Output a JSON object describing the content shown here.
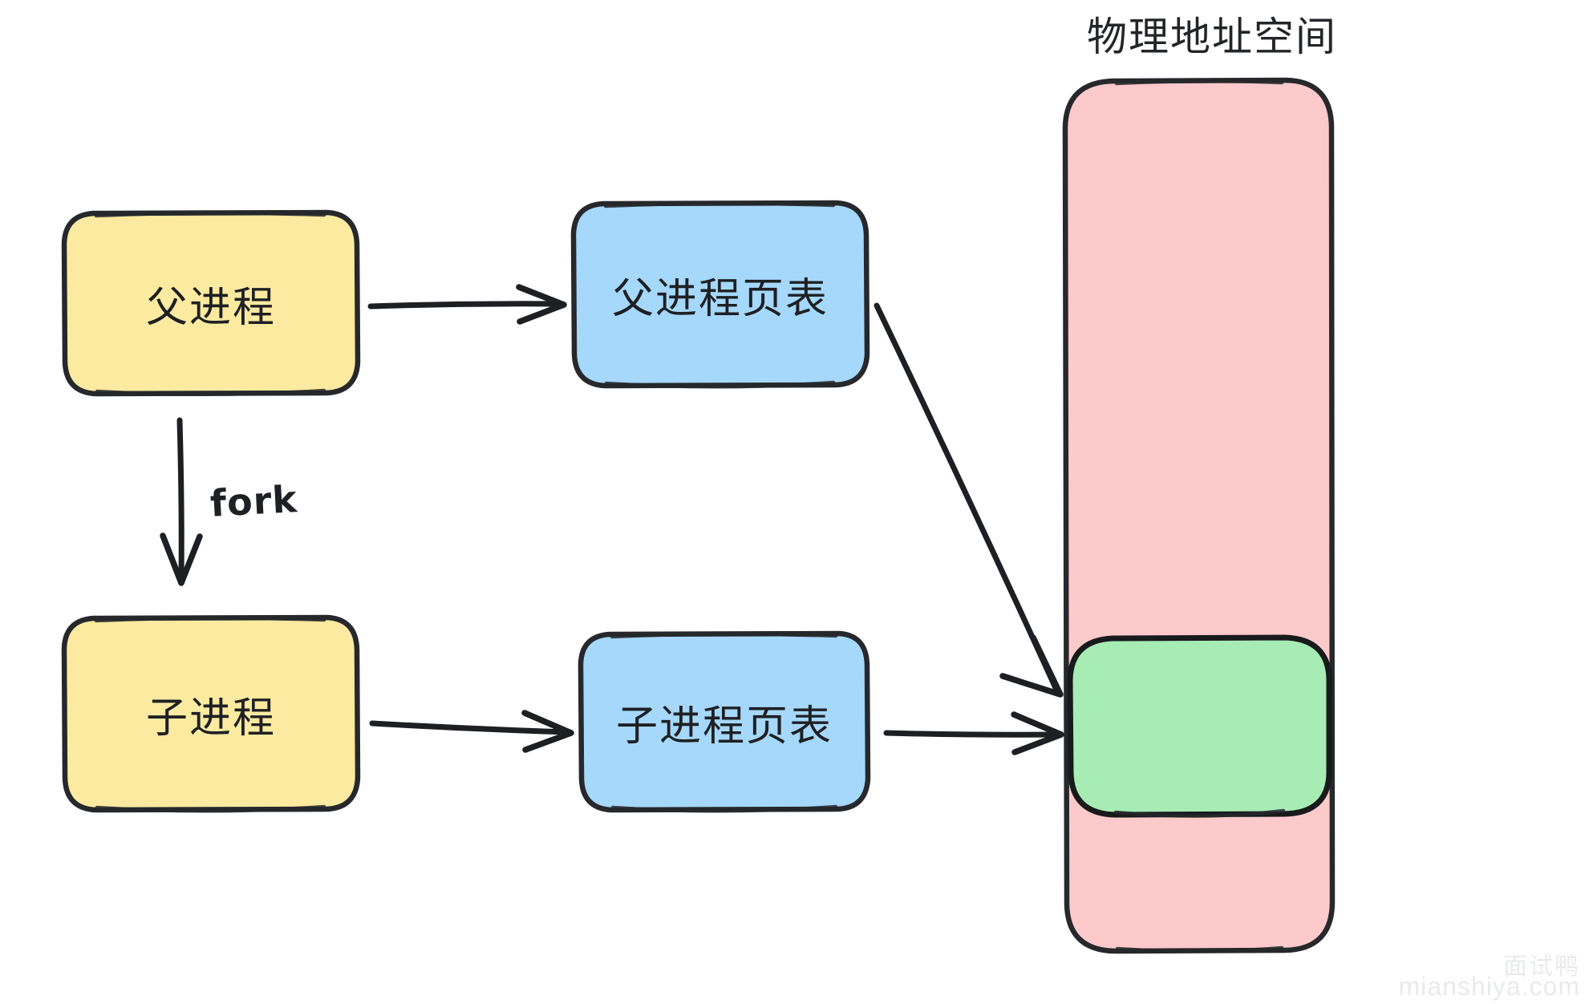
{
  "diagram": {
    "title": "物理地址空间",
    "nodes": [
      {
        "id": "parent-process",
        "label": "父进程",
        "fill": "#fbeaa0",
        "stroke": "#26282c"
      },
      {
        "id": "child-process",
        "label": "子进程",
        "fill": "#fbeaa0",
        "stroke": "#26282c"
      },
      {
        "id": "parent-page-table",
        "label": "父进程页表",
        "fill": "#a5d8fb",
        "stroke": "#26282c"
      },
      {
        "id": "child-page-table",
        "label": "子进程页表",
        "fill": "#a5d8fb",
        "stroke": "#26282c"
      },
      {
        "id": "physical-address-space",
        "label": "",
        "fill": "#fccacb",
        "stroke": "#26282c"
      },
      {
        "id": "shared-physical-page",
        "label": "",
        "fill": "#a6ecb4",
        "stroke": "#181a1c"
      }
    ],
    "edges": [
      {
        "id": "parent-to-parent-page-table",
        "label": "",
        "from": "parent-process",
        "to": "parent-page-table"
      },
      {
        "id": "parent-to-child",
        "label": "fork",
        "from": "parent-process",
        "to": "child-process"
      },
      {
        "id": "child-to-child-page-table",
        "label": "",
        "from": "child-process",
        "to": "child-page-table"
      },
      {
        "id": "parent-page-table-to-memory",
        "label": "",
        "from": "parent-page-table",
        "to": "shared-physical-page"
      },
      {
        "id": "child-page-table-to-memory",
        "label": "",
        "from": "child-page-table",
        "to": "shared-physical-page"
      }
    ],
    "colors": {
      "yellow": "#fbeaa0",
      "blue": "#a5d8fb",
      "pink": "#fccacb",
      "green": "#a6ecb4",
      "ink": "#26282c",
      "background": "#ffffff"
    }
  },
  "watermark": {
    "brand_cn": "面试鸭",
    "brand_url": "mianshiya.com"
  }
}
